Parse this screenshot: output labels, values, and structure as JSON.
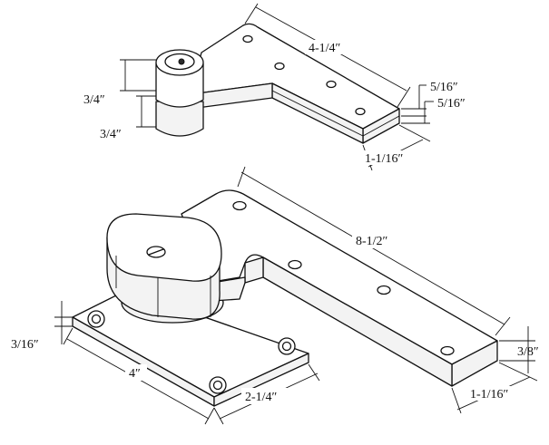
{
  "top_pivot": {
    "length": "4-1/4″",
    "thickness_upper": "5/16″",
    "thickness_lower": "5/16″",
    "width": "1-1/16″",
    "cap_height": "3/4″",
    "lower_height": "3/4″"
  },
  "bottom_pivot": {
    "length": "8-1/2″",
    "arm_thickness": "3/8″",
    "arm_width": "1-1/16″",
    "plate_thickness": "3/16″",
    "plate_length": "4″",
    "plate_width": "2-1/4″"
  }
}
